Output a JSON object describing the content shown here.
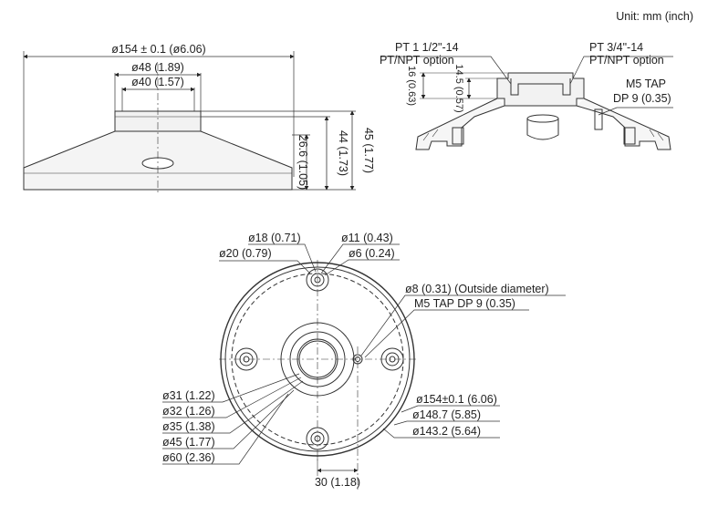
{
  "unit_note": "Unit: mm (inch)",
  "side_view": {
    "width_label": "ø154 ± 0.1 (ø6.06)",
    "outer_top_label": "ø48 (1.89)",
    "inner_top_label": "ø40 (1.57)",
    "height_45": "45 (1.77)",
    "height_44": "44 (1.73)",
    "height_26": "26.6 (1.05)"
  },
  "section_view": {
    "pt_left_1": "PT 1 1/2\"-14",
    "pt_left_2": "PT/NPT option",
    "pt_right_1": "PT 3/4\"-14",
    "pt_right_2": "PT/NPT option",
    "tap_1": "M5 TAP",
    "tap_2": "DP 9 (0.35)",
    "dim_16": "16 (0.63)",
    "dim_14": "14.5 (0.57)"
  },
  "bottom_view": {
    "d18": "ø18 (0.71)",
    "d20": "ø20 (0.79)",
    "d11": "ø11 (0.43)",
    "d6": "ø6 (0.24)",
    "d8": "ø8 (0.31) (Outside diameter)",
    "m5": "M5 TAP DP 9 (0.35)",
    "d31": "ø31 (1.22)",
    "d32": "ø32 (1.26)",
    "d35": "ø35 (1.38)",
    "d45": "ø45 (1.77)",
    "d60": "ø60 (2.36)",
    "d154": "ø154±0.1 (6.06)",
    "d148": "ø148.7 (5.85)",
    "d143": "ø143.2 (5.64)",
    "dim30": "30 (1.18)"
  }
}
